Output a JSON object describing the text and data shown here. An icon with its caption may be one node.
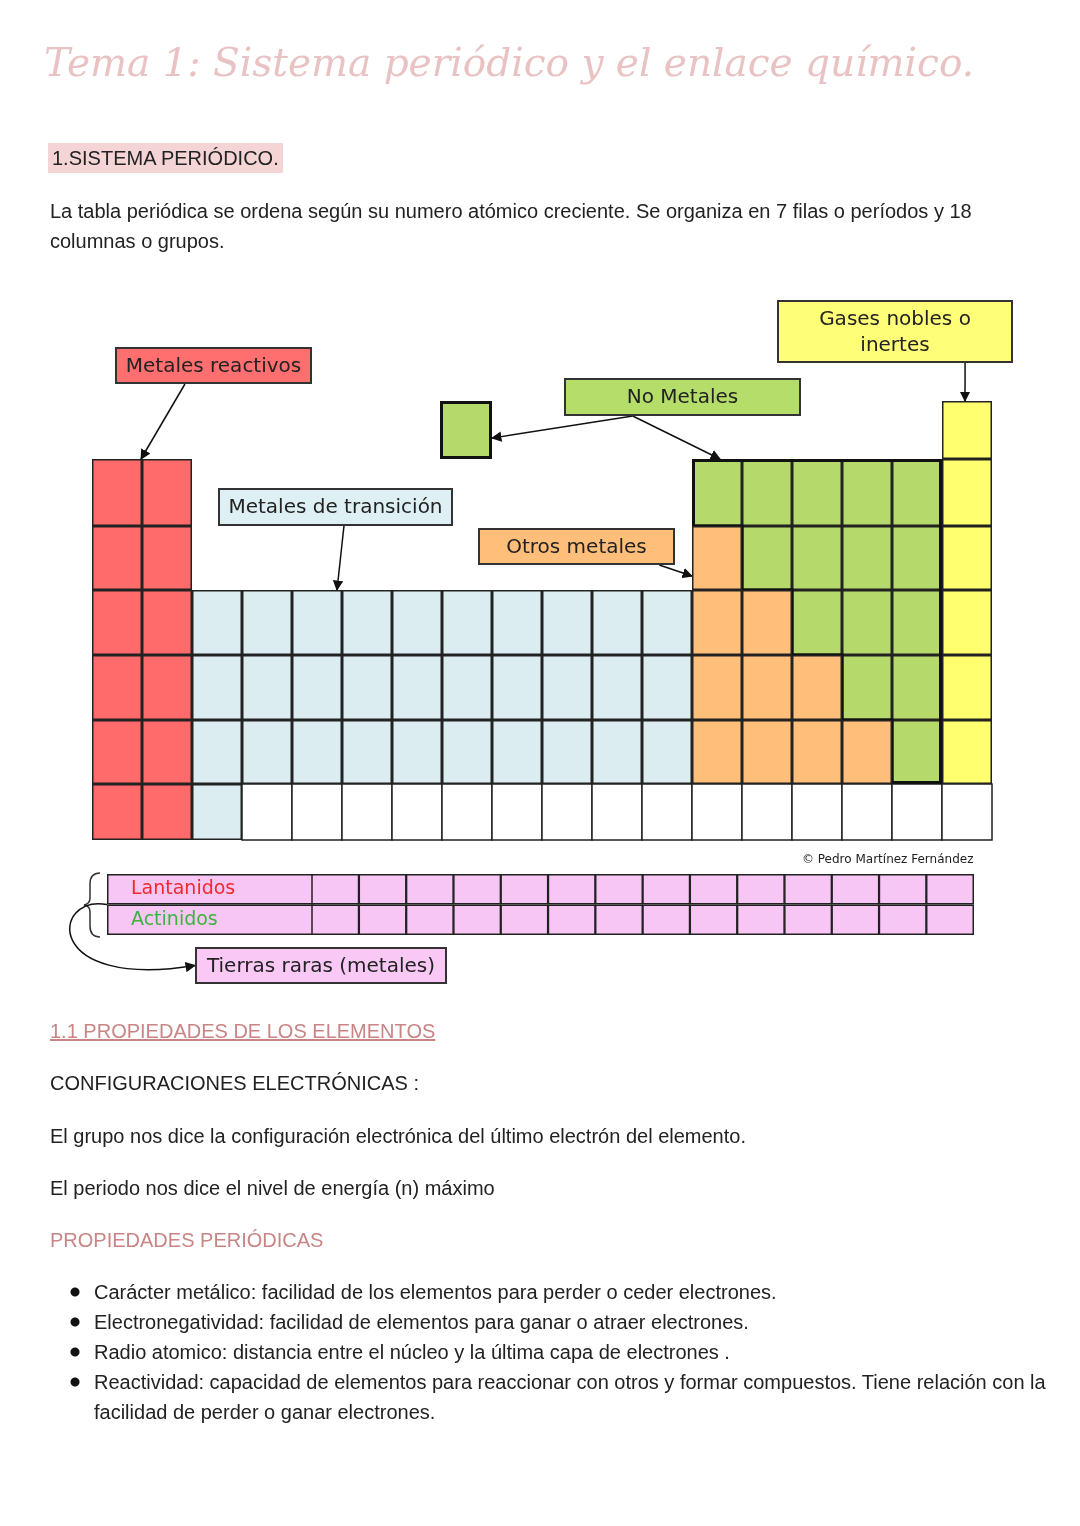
{
  "diagram": {
    "title": "Tema 1: Sistema periódico y el enlace químico.",
    "nodes": [
      {
        "text": [
          "Metales reactivos"
        ]
      },
      {
        "text": [],
        "shape": "box"
      },
      {
        "text": [
          "Metales de transición"
        ]
      },
      {
        "text": [],
        "shape": "box"
      },
      {
        "text": [
          "No Metales"
        ]
      },
      {
        "text": [],
        "shape": "box"
      },
      {
        "text": [],
        "shape": "box"
      },
      {
        "text": [
          "Otros metales"
        ]
      },
      {
        "text": [],
        "shape": "box"
      },
      {
        "text": [
          "Gases nobles o inertes"
        ]
      },
      {
        "text": [],
        "shape": "box"
      },
      {
        "text": [
          "Lantanidos",
          "Actinidos"
        ]
      },
      {
        "text": [
          "Tierras raras (metales)"
        ]
      }
    ],
    "edges": [
      {
        "from": 0,
        "to": 1,
        "arrow": "to"
      },
      {
        "from": 2,
        "to": 3,
        "arrow": "to"
      },
      {
        "from": 4,
        "to": 5,
        "arrow": "to"
      },
      {
        "from": 4,
        "to": 6,
        "arrow": "to"
      },
      {
        "from": 7,
        "to": 8,
        "arrow": "to"
      },
      {
        "from": 9,
        "to": 10,
        "arrow": "to"
      },
      {
        "from": 11,
        "to": 12,
        "arrow": "to"
      }
    ],
    "labels": [
      "1.SISTEMA PERIÓDICO.",
      "La tabla periódica se ordena según su numero atómico creciente. Se organiza en 7 filas o períodos y 18 columnas o grupos.",
      "© Pedro Martínez Fernández",
      "1.1 PROPIEDADES DE LOS ELEMENTOS",
      "CONFIGURACIONES ELECTRÓNICAS :",
      "El grupo nos dice la configuración electrónica del último electrón del elemento.",
      "El periodo nos dice el nivel de energía (n) máximo",
      "PROPIEDADES PERIÓDICAS",
      "Carácter metálico: facilidad de los elementos para perder o ceder electrones.",
      "Electronegatividad: facilidad de elementos para ganar o atraer electrones.",
      "Radio atomico: distancia entre el núcleo y la última capa de electrones .",
      "Reactividad: capacidad de elementos para reaccionar con otros y formar compuestos. Tiene relación con la facilidad de perder o ganar electrones."
    ]
  }
}
